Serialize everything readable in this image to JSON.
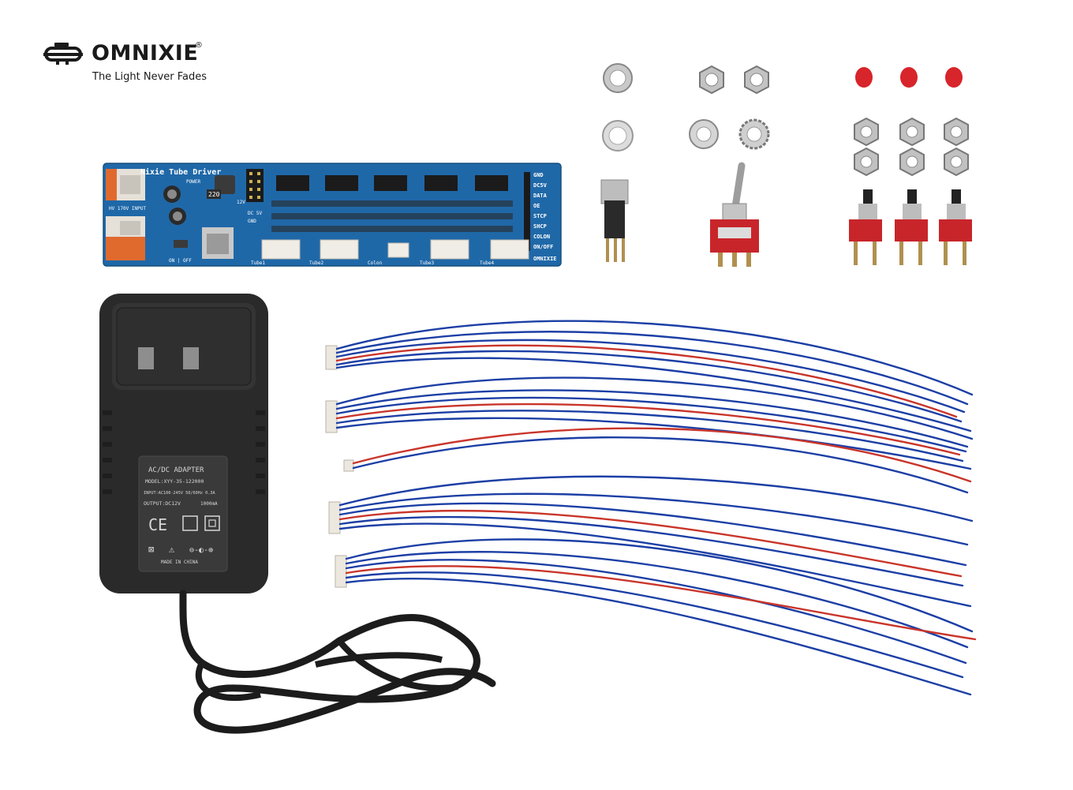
{
  "brand": {
    "name": "OMNIXIE",
    "registered": "®",
    "tagline": "The Light Never Fades"
  },
  "driver_board": {
    "title": "Nixie Tube Driver",
    "hv_input_label": "HV 170V INPUT",
    "power_label": "POWER",
    "on_off_label": "ON | OFF",
    "resistor_marking": "220",
    "side_voltage_label": "DC 5V",
    "side_gnd_label": "GND",
    "side_12v_label": "12V",
    "pins": [
      "GND",
      "DC5V",
      "DATA",
      "OE",
      "STCP",
      "SHCP",
      "COLON",
      "ON/OFF"
    ],
    "connector_labels": [
      "Tube1",
      "Tube2",
      "Colon",
      "Tube3",
      "Tube4"
    ],
    "footer_brand": "OMNIXIE"
  },
  "adapter": {
    "label_title": "AC/DC ADAPTER",
    "model": "MODEL:XYY-35-122000",
    "input": "INPUT:AC100-245V 50/60Hz 0.3A",
    "output_prefix": "OUTPUT:DC12V",
    "output_current": "1000mA",
    "made_in": "MADE IN CHINA",
    "ce_mark": "CE"
  },
  "colors": {
    "board_blue": "#1f68a8",
    "wire_blue": "#1c3fa5",
    "wire_red": "#c9352b",
    "button_red": "#d8242b",
    "adapter_black": "#2a2a2a",
    "terminal_orange": "#e06a2e"
  }
}
